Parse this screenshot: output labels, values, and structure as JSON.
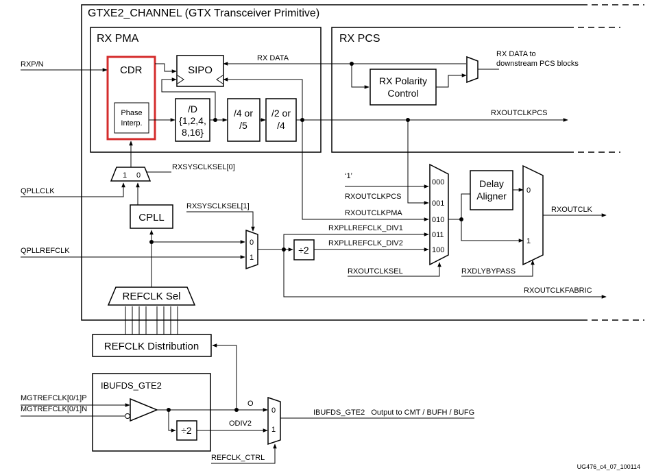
{
  "diagram": {
    "title": "GTXE2_CHANNEL (GTX Transceiver Primitive)",
    "rx_pma": "RX PMA",
    "rx_pcs": "RX PCS",
    "cdr": "CDR",
    "phase_interp": [
      "Phase",
      "Interp."
    ],
    "sipo": "SIPO",
    "div_d": [
      "/D",
      "{1,2,4,",
      "8,16}"
    ],
    "div_4or5": [
      "/4 or",
      "/5"
    ],
    "div_2or4": [
      "/2 or",
      "/4"
    ],
    "rx_polarity": [
      "RX Polarity",
      "Control"
    ],
    "rx_data": "RX DATA",
    "rx_data_downstream": [
      "RX DATA to",
      "downstream PCS blocks"
    ],
    "rxoutclkpcs_out": "RXOUTCLKPCS",
    "rxp_n": "RXP/N",
    "qpllclk": "QPLLCLK",
    "qpllrefclk": "QPLLREFCLK",
    "rxsysclksel0": "RXSYSCLKSEL[0]",
    "rxsysclksel1": "RXSYSCLKSEL[1]",
    "cpll": "CPLL",
    "mux_in_1": "1",
    "mux_in_0": "0",
    "refclk_sel": "REFCLK Sel",
    "refclk_distribution": "REFCLK Distribution",
    "ibufds_gte2": "IBUFDS_GTE2",
    "mgtrefclk_p": "MGTREFCLK[0/1]P",
    "mgtrefclk_n": "MGTREFCLK[0/1]N",
    "o_label": "O",
    "odiv2_label": "ODIV2",
    "div2": "÷2",
    "refclk_ctrl": "REFCLK_CTRL",
    "ibufds_output": "IBUFDS_GTE2   Output to CMT / BUFH / BUFG",
    "const_one": "‘1’",
    "rxoutclkpcs_in": "RXOUTCLKPCS",
    "rxoutclkpma": "RXOUTCLKPMA",
    "rxpllrefclk_div1": "RXPLLREFCLK_DIV1",
    "rxpllrefclk_div2": "RXPLLREFCLK_DIV2",
    "sel_000": "000",
    "sel_001": "001",
    "sel_010": "010",
    "sel_011": "011",
    "sel_100": "100",
    "rxoutclksel": "RXOUTCLKSEL",
    "delay_aligner": [
      "Delay",
      "Aligner"
    ],
    "rxdlybypass": "RXDLYBYPASS",
    "rxoutclk": "RXOUTCLK",
    "rxoutclkfabric": "RXOUTCLKFABRIC",
    "figure_id": "UG476_c4_07_100114"
  }
}
